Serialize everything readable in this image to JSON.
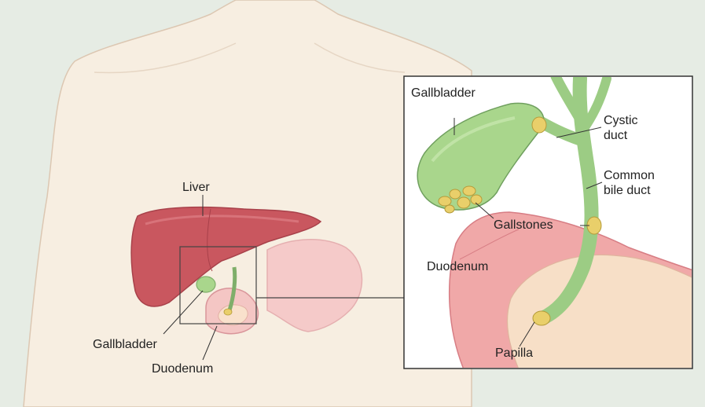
{
  "colors": {
    "background": "#e6ece4",
    "panel": "#ffffff",
    "skin": "#f7eee1",
    "skin_outline": "#dcc7b2",
    "liver": "#c9575f",
    "stomach": "#f5c7c7",
    "bile": "#9ccc84",
    "gallbladder": "#a9d68c",
    "stone": "#e9cf6a",
    "duodenum_wall": "#f0a8a8",
    "duodenum_inner": "#f7dfc7"
  },
  "labels": {
    "liver": "Liver",
    "gallbladder_left": "Gallbladder",
    "duodenum_left": "Duodenum",
    "gallbladder_inset": "Gallbladder",
    "cystic_duct_line1": "Cystic",
    "cystic_duct_line2": "duct",
    "common_bile_duct_line1": "Common",
    "common_bile_duct_line2": "bile duct",
    "gallstones": "Gallstones",
    "duodenum_inset": "Duodenum",
    "papilla": "Papilla"
  }
}
